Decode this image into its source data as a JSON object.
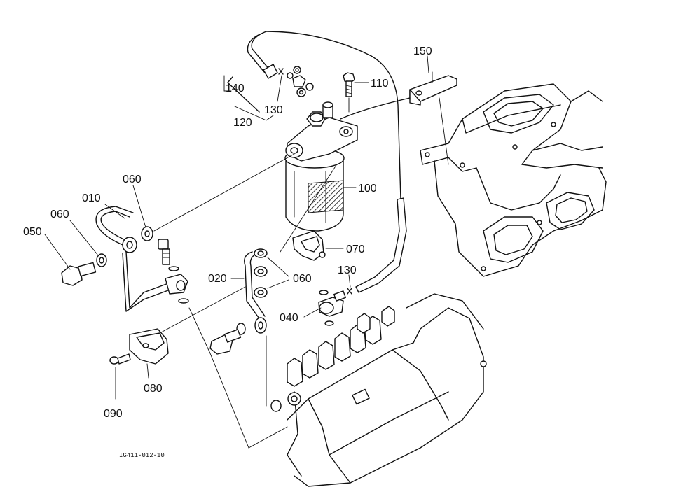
{
  "diagram": {
    "callouts": {
      "c010": "010",
      "c020": "020",
      "c040": "040",
      "c050": "050",
      "c060a": "060",
      "c060b": "060",
      "c060c": "060",
      "c070": "070",
      "c080": "080",
      "c090": "090",
      "c100": "100",
      "c110": "110",
      "c120": "120",
      "c130a": "130",
      "c130b": "130",
      "c140": "140",
      "c150": "150"
    },
    "drawing_id": "IG411-012-10"
  }
}
